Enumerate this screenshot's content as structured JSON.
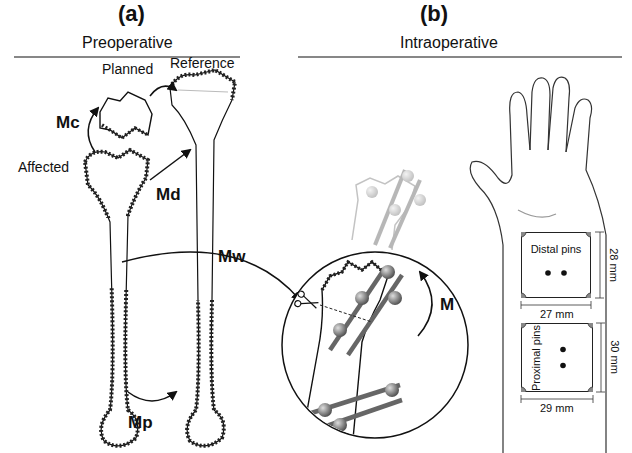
{
  "diagram": {
    "nodes": [
      {
        "text": [
          "Distal pins"
        ]
      },
      {
        "text": [
          "Proximal pins"
        ]
      }
    ],
    "labels": [
      "(a)",
      "Preoperative",
      "(b)",
      "Intraoperative",
      "Planned",
      "Reference",
      "Mc",
      "Affected",
      "Md",
      "Mw",
      "M",
      "Mp",
      "28 mm",
      "27 mm",
      "30 mm",
      "29 mm"
    ]
  }
}
